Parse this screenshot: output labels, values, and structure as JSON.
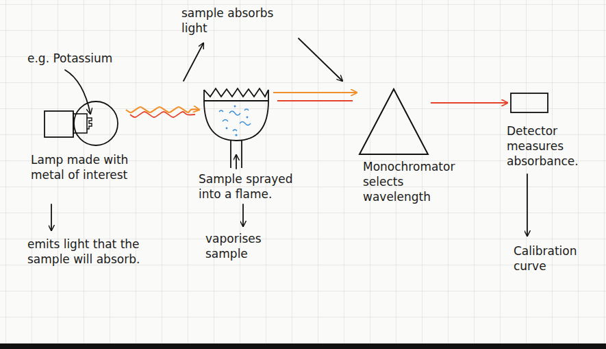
{
  "diagram": {
    "nodes": [
      {
        "text": [
          "Lamp made with metal of interest"
        ]
      },
      {
        "text": [
          "Sample sprayed into a flame."
        ]
      },
      {
        "text": [
          "Monochromator selects wavelength"
        ]
      },
      {
        "text": [
          "Detector measures absorbance."
        ]
      }
    ],
    "edges": [
      {
        "from": 0,
        "to": 1,
        "arrow": "to"
      },
      {
        "from": 1,
        "to": 2,
        "arrow": "to"
      },
      {
        "from": 2,
        "to": 3,
        "arrow": "to"
      }
    ],
    "labels": [
      "e.g. Potassium",
      "sample absorbs light",
      "emits light that the sample will absorb.",
      "vaporises sample",
      "Calibration curve"
    ]
  }
}
